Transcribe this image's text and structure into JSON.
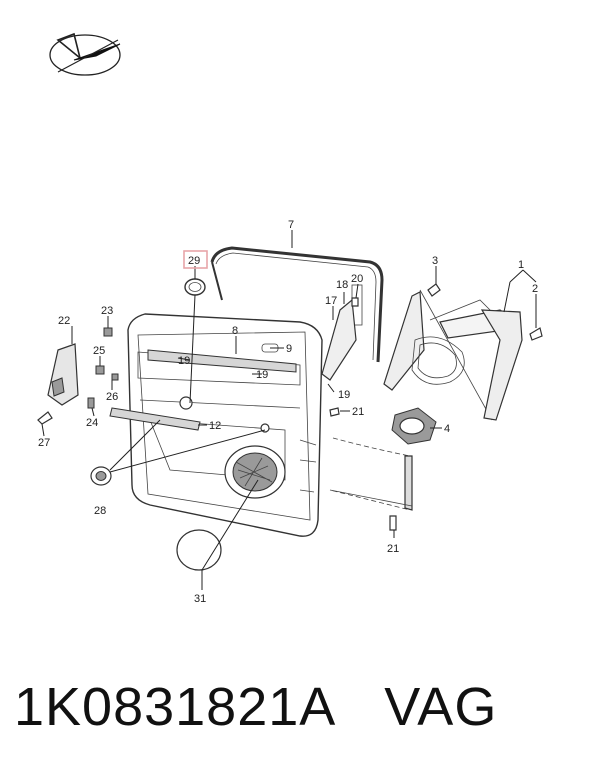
{
  "caption": {
    "part_number": "1K0831821A",
    "brand": "VAG"
  },
  "highlight": {
    "label": "29",
    "color": "#e8a5a8"
  },
  "labels": [
    "7",
    "29",
    "3",
    "1",
    "2",
    "18",
    "20",
    "17",
    "22",
    "23",
    "8",
    "9",
    "25",
    "19",
    "19",
    "19",
    "26",
    "21",
    "4",
    "24",
    "27",
    "12",
    "28",
    "21",
    "31"
  ],
  "logo": {
    "icon": "arrow-badge-icon"
  }
}
